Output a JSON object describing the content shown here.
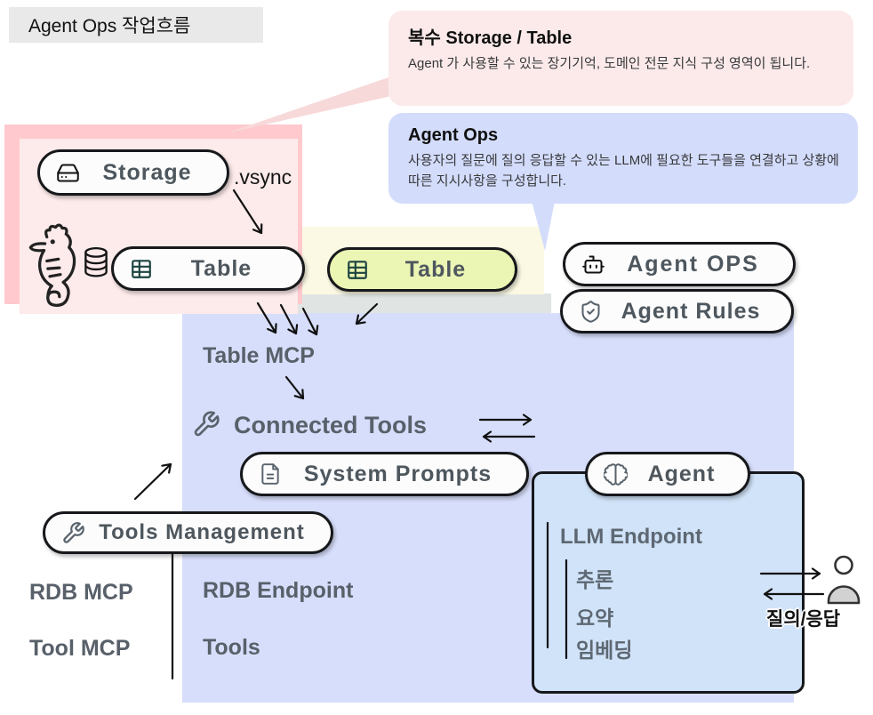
{
  "title": "Agent Ops 작업흐름",
  "callouts": {
    "storage": {
      "title": "복수 Storage / Table",
      "body": "Agent 가 사용할 수 있는 장기기억, 도메인 전문 지식 구성 영역이 됩니다."
    },
    "agent_ops": {
      "title": "Agent Ops",
      "body": "사용자의 질문에 질의 응답할 수 있는 LLM에 필요한 도구들을 연결하고 상황에 따른 지시사항을 구성합니다."
    }
  },
  "nodes": {
    "storage": "Storage",
    "table_left": "Table",
    "table_yellow": "Table",
    "agent_ops": "Agent OPS",
    "agent_rules": "Agent Rules",
    "system_prompts": "System Prompts",
    "agent": "Agent",
    "tools_management": "Tools Management"
  },
  "labels": {
    "vsync": ".vsync",
    "table_mcp": "Table MCP",
    "connected_tools": "Connected Tools",
    "llm_endpoint": "LLM Endpoint",
    "llm_items": [
      "추론",
      "요약",
      "임베딩"
    ],
    "rdb_mcp": "RDB MCP",
    "tool_mcp": "Tool MCP",
    "rdb_endpoint": "RDB Endpoint",
    "tools": "Tools",
    "query_response": "질의/응답"
  },
  "icons": {
    "storage": "hard-drive",
    "table": "table-grid",
    "agent_ops": "robot",
    "agent_rules": "shield-check",
    "connected_tools": "wrench",
    "system_prompts": "file-text",
    "agent": "brain",
    "tools_management": "wrench",
    "memory": "seahorse",
    "database": "db-cylinder",
    "user": "person"
  },
  "colors": {
    "title_bar_bg": "#e9e9e9",
    "pink_callout_bg": "#fceaea",
    "blue_callout_bg": "#d3dcfa",
    "pink_back": "#ffc9cd",
    "pink_front": "#fdeaea",
    "lavender_panel": "#d7defb",
    "agent_container_bg": "#d0e3f8",
    "yellow_node_bg": "#ecf6b4",
    "yellow_strip": "#fbf9e4",
    "gray_strip": "#e0e5e3",
    "node_border": "#16181b",
    "node_bg": "#fcfcfc"
  }
}
